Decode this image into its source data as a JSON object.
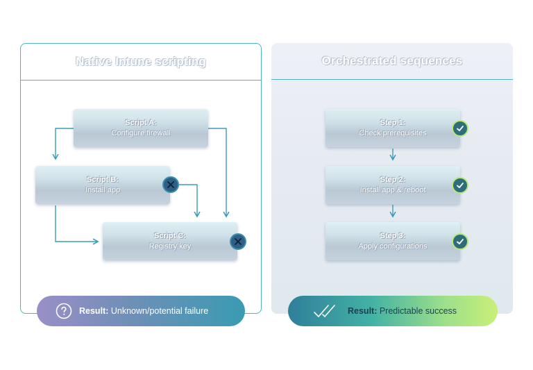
{
  "left": {
    "title": "Native Intune scripting",
    "boxes": [
      {
        "title": "Script A:",
        "sub": "Configure firewall"
      },
      {
        "title": "Script B:",
        "sub": "Install app"
      },
      {
        "title": "Script C:",
        "sub": "Registry key"
      }
    ],
    "result": {
      "label": "Result:",
      "text": "Unknown/potential failure"
    }
  },
  "right": {
    "title": "Orchestrated sequences",
    "boxes": [
      {
        "title": "Step 1:",
        "sub": "Check prerequisites"
      },
      {
        "title": "Step 2:",
        "sub": "Install app & reboot"
      },
      {
        "title": "Step 3:",
        "sub": "Apply configurations"
      }
    ],
    "result": {
      "label": "Result:",
      "text": "Predictable success"
    }
  },
  "icons": {
    "failure": "x-circle-icon",
    "success": "check-circle-icon",
    "question": "question-circle-icon",
    "double_check": "double-check-icon"
  },
  "colors": {
    "accent": "#4fb3c2",
    "arrow": "#3a9bb8"
  }
}
